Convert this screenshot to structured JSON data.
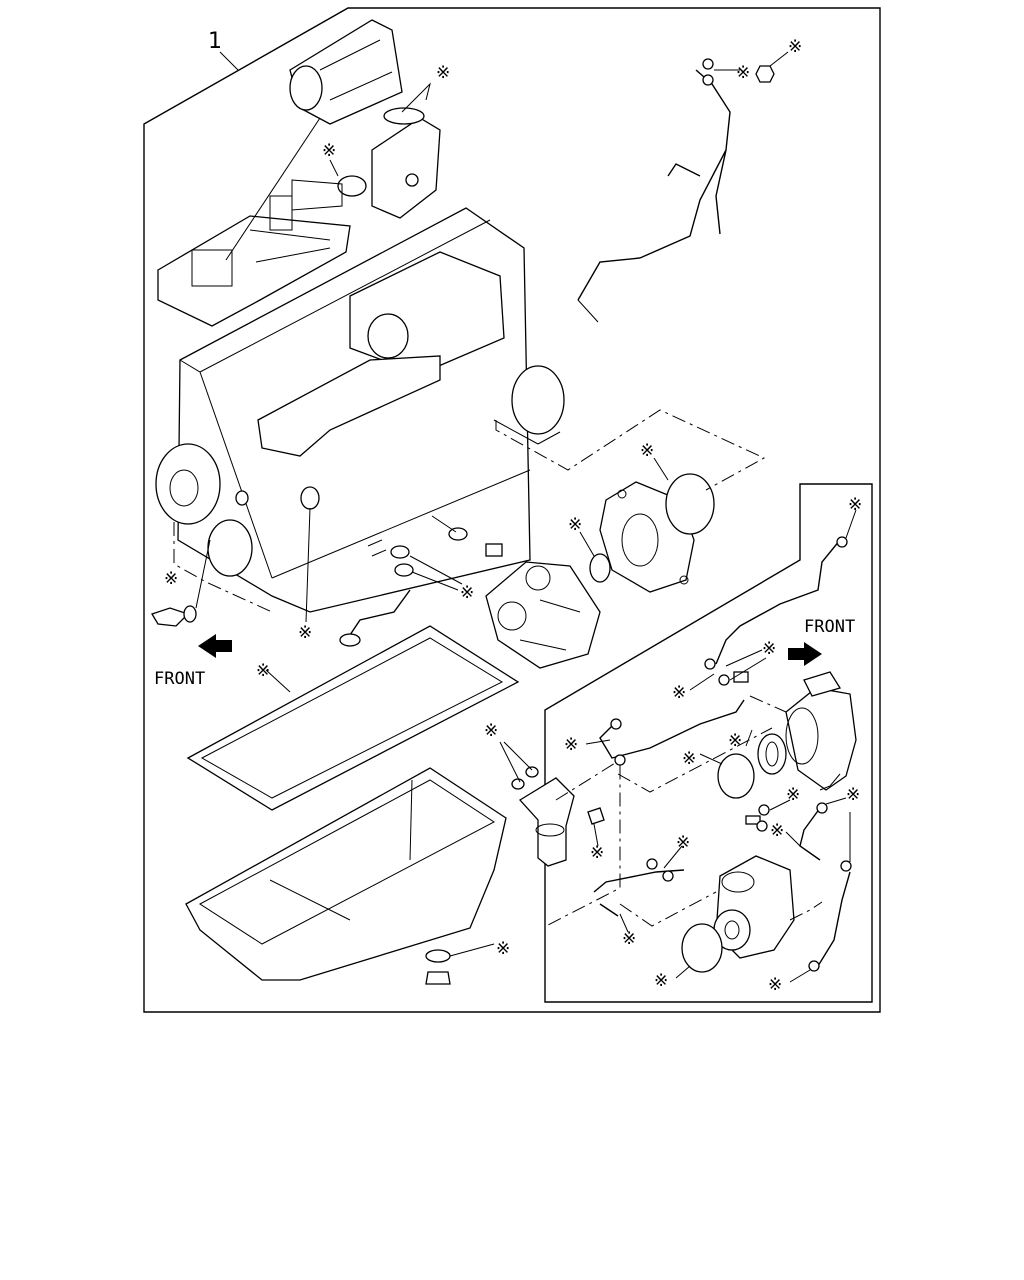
{
  "callouts": {
    "kit_number": "1",
    "kit_mark": "※"
  },
  "labels": {
    "front_main": "FRONT",
    "front_inset": "FRONT"
  }
}
